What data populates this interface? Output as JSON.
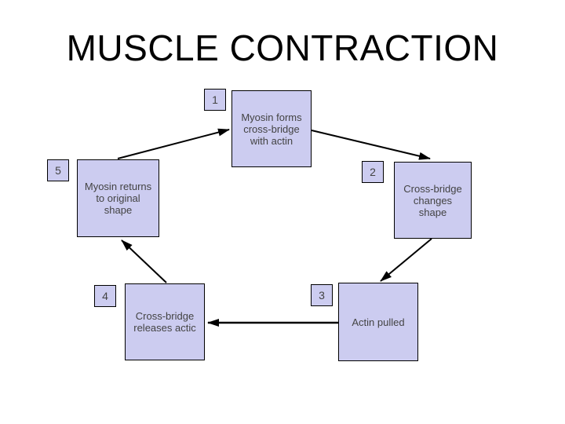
{
  "slide": {
    "title": "MUSCLE CONTRACTION",
    "background_color": "#ffffff"
  },
  "colors": {
    "node_fill": "#ccccf0",
    "node_border": "#000000",
    "node_text": "#434343",
    "arrow": "#000000",
    "title_text": "#000000"
  },
  "diagram": {
    "type": "cycle-flowchart",
    "nodes": [
      {
        "number": "1",
        "label": "Myosin forms\ncross-bridge\nwith actin"
      },
      {
        "number": "2",
        "label": "Cross-bridge\nchanges\nshape"
      },
      {
        "number": "3",
        "label": "Actin pulled"
      },
      {
        "number": "4",
        "label": "Cross-bridge\nreleases actic"
      },
      {
        "number": "5",
        "label": "Myosin returns\nto original\nshape"
      }
    ],
    "edges": [
      {
        "from": "1",
        "to": "2"
      },
      {
        "from": "2",
        "to": "3"
      },
      {
        "from": "3",
        "to": "4"
      },
      {
        "from": "4",
        "to": "5"
      },
      {
        "from": "5",
        "to": "1"
      }
    ]
  }
}
